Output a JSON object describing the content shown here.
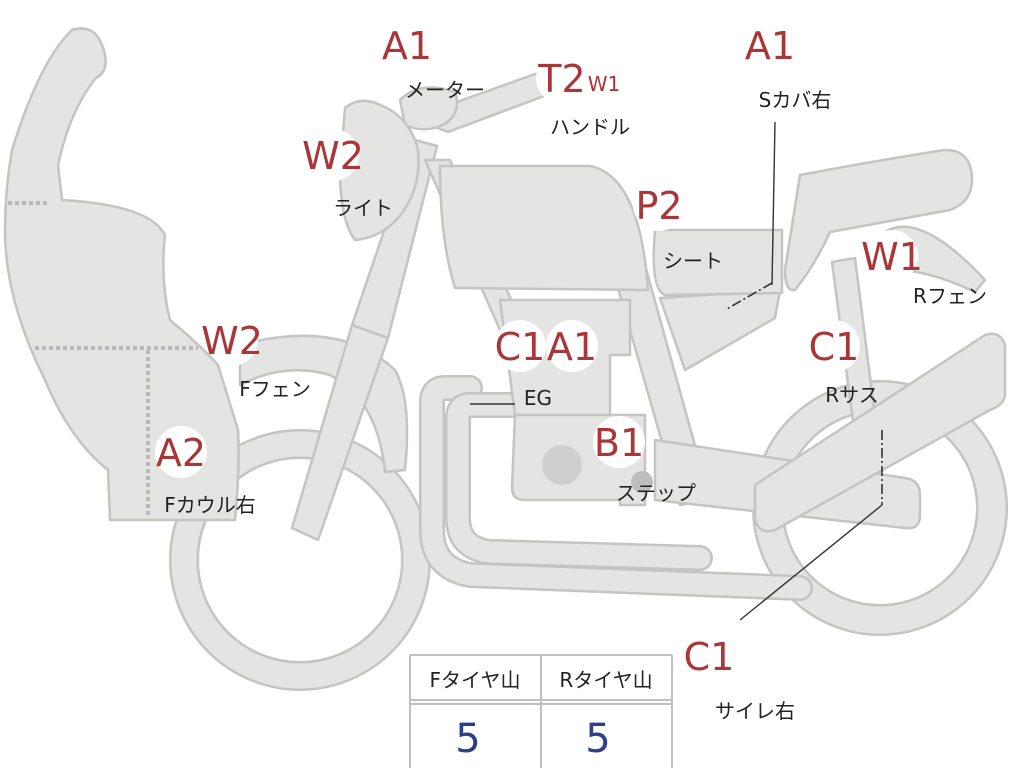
{
  "badges": [
    {
      "code": "A1",
      "sub": "",
      "label": "メーター"
    },
    {
      "code": "T2",
      "sub": "W1",
      "label": "ハンドル"
    },
    {
      "code": "A1",
      "sub": "",
      "label": "Sカバ右"
    },
    {
      "code": "W2",
      "sub": "",
      "label": "ライト"
    },
    {
      "code": "P2",
      "sub": "",
      "label": "シート"
    },
    {
      "code": "W1",
      "sub": "",
      "label": "Rフェン"
    },
    {
      "code": "W2",
      "sub": "",
      "label": "Fフェン"
    },
    {
      "code": "C1",
      "sub": "",
      "label": ""
    },
    {
      "code": "A1",
      "sub": "",
      "label": ""
    },
    {
      "code": "C1",
      "sub": "",
      "label": "Rサス"
    },
    {
      "code": "A2",
      "sub": "",
      "label": "Fカウル右"
    },
    {
      "code": "B1",
      "sub": "",
      "label": "ステップ"
    },
    {
      "code": "C1",
      "sub": "",
      "label": "サイレ右"
    }
  ],
  "eg_label": "EG",
  "tire_table": {
    "headers": [
      "Fタイヤ山",
      "Rタイヤ山"
    ],
    "values": [
      "5",
      "5"
    ]
  }
}
